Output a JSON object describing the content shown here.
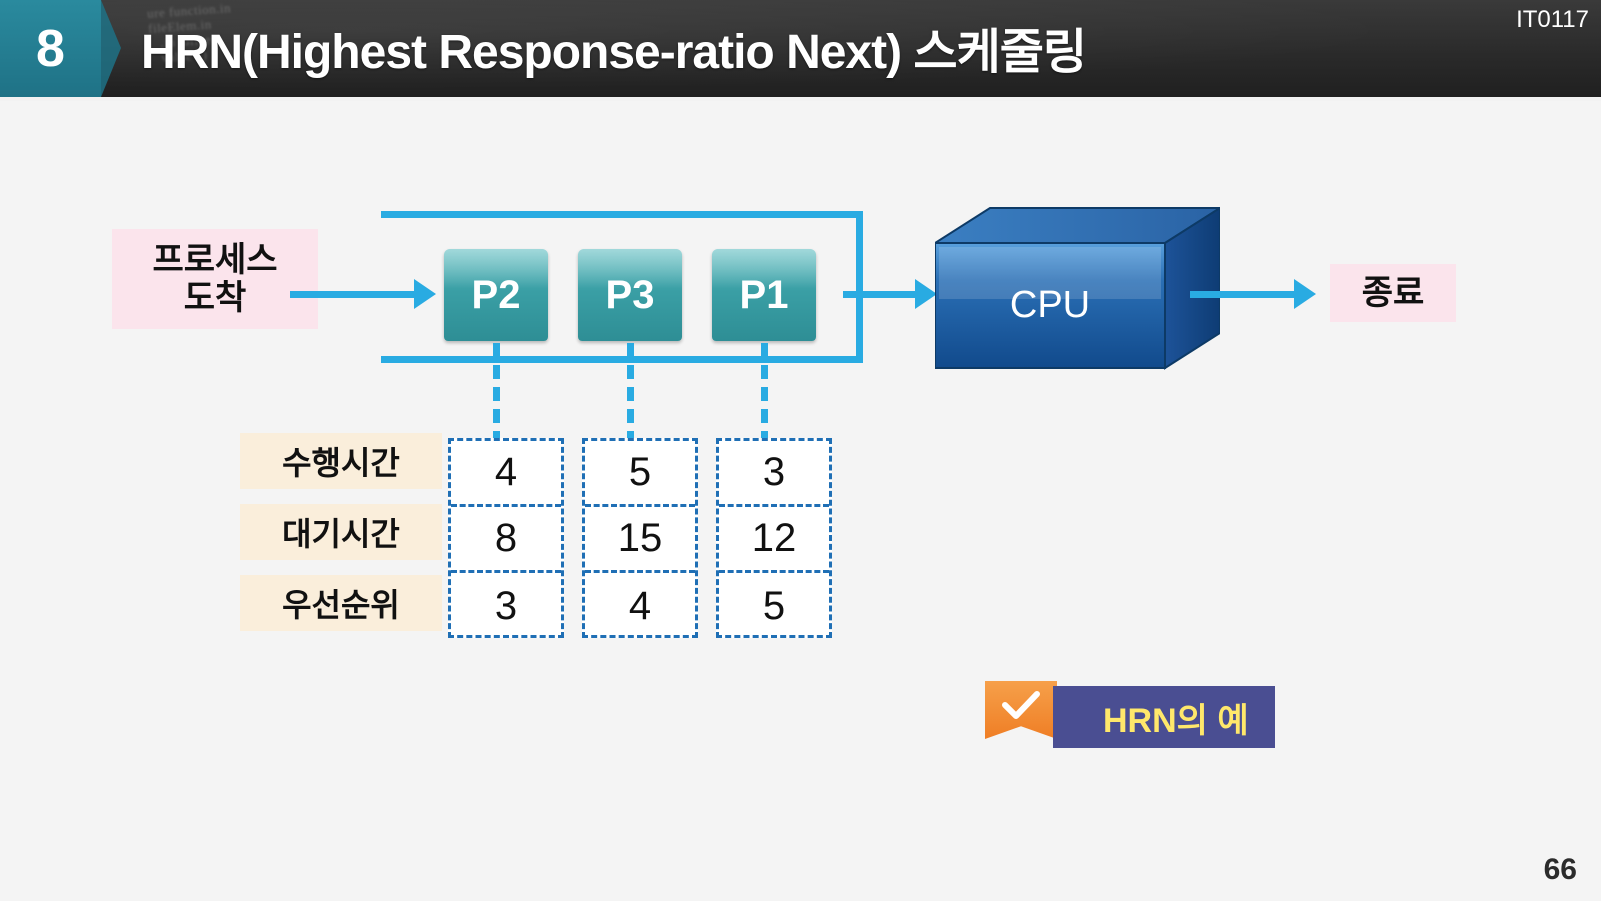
{
  "header": {
    "number": "8",
    "title": "HRN(Highest Response-ratio Next) 스케줄링",
    "course_code": "IT0117",
    "bg_code_text": "ure function.in\nfileElem.in\n   .in  offset\n   value })"
  },
  "diagram": {
    "arrival_label_line1": "프로세스",
    "arrival_label_line2": "도착",
    "queue": {
      "processes": [
        "P2",
        "P3",
        "P1"
      ]
    },
    "cpu_label": "CPU",
    "end_label": "종료",
    "row_labels": [
      "수행시간",
      "대기시간",
      "우선순위"
    ],
    "columns": [
      {
        "process": "P2",
        "values": [
          "4",
          "8",
          "3"
        ]
      },
      {
        "process": "P3",
        "values": [
          "5",
          "15",
          "4"
        ]
      },
      {
        "process": "P1",
        "values": [
          "3",
          "12",
          "5"
        ]
      }
    ]
  },
  "banner": {
    "label": "HRN의 예",
    "icon": "check-ribbon-icon"
  },
  "footer": {
    "page_number": "66"
  },
  "colors": {
    "accent_blue": "#29abe2",
    "cpu_blue": "#1d5fa8",
    "process_teal": "#3a9fa5",
    "banner_purple": "#4a4e92",
    "banner_text_yellow": "#ffe86b",
    "header_teal": "#24859a",
    "label_pink": "#fbe4ec",
    "label_cream": "#faeedb"
  }
}
